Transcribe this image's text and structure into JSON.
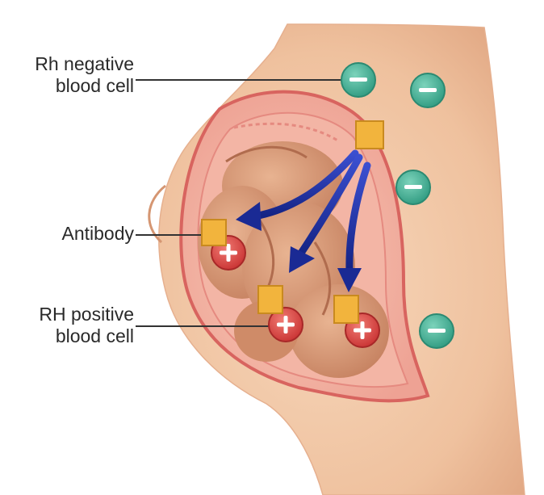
{
  "labels": {
    "rh_negative": [
      "Rh negative",
      "blood cell"
    ],
    "antibody": "Antibody",
    "rh_positive": [
      "RH positive",
      "blood cell"
    ]
  },
  "symbols": {
    "minus": "−",
    "plus": "+"
  },
  "colors": {
    "background": "#ffffff",
    "skin": "#f3c9a6",
    "skin_shadow": "#dfa17c",
    "uterus_wall": "#e98a85",
    "uterus_inner": "#f6b8b0",
    "fetus": "#d99a78",
    "rh_negative_cell": "#3fae93",
    "rh_positive_cell": "#dd4848",
    "antibody": "#f2b43d",
    "arrow": "#1e2fa0",
    "leader_line": "#333333"
  },
  "icons": [
    "minus-sign-icon",
    "plus-sign-icon",
    "arrow-icon"
  ]
}
